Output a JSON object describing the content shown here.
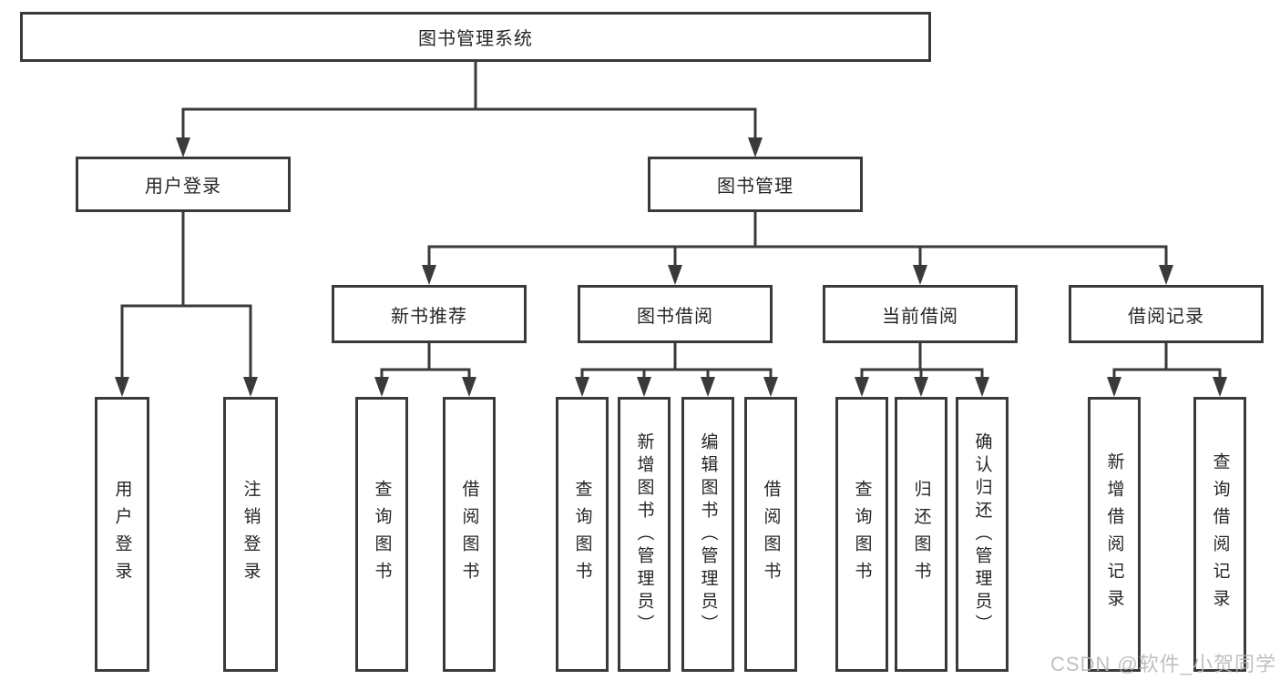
{
  "diagram": {
    "root": "图书管理系统",
    "branches": [
      {
        "label": "用户登录",
        "leaves": [
          "用户登录",
          "注销登录"
        ]
      },
      {
        "label": "图书管理",
        "sections": [
          {
            "label": "新书推荐",
            "leaves": [
              "查询图书",
              "借阅图书"
            ]
          },
          {
            "label": "图书借阅",
            "leaves": [
              "查询图书",
              "新增图书（管理员）",
              "编辑图书（管理员）",
              "借阅图书"
            ]
          },
          {
            "label": "当前借阅",
            "leaves": [
              "查询图书",
              "归还图书",
              "确认归还（管理员）"
            ]
          },
          {
            "label": "借阅记录",
            "leaves": [
              "新增借阅记录",
              "查询借阅记录"
            ]
          }
        ]
      }
    ]
  },
  "watermark": "CSDN @软件_小贺同学",
  "colors": {
    "line": "#3a3a3a",
    "text": "#262626",
    "background": "#ffffff",
    "watermark": "#b5b5b5"
  }
}
